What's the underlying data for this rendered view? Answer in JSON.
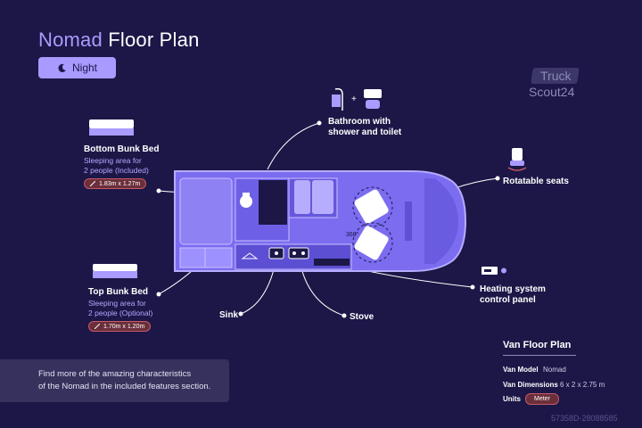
{
  "header": {
    "title_accent": "Nomad",
    "title_rest": "Floor Plan",
    "mode_label": "Night"
  },
  "logo": {
    "line1": "Truck",
    "line2": "Scout24"
  },
  "features": {
    "bottom_bunk": {
      "title": "Bottom Bunk Bed",
      "desc1": "Sleeping area for",
      "desc2": "2 people (Included)",
      "size": "1.83m x 1.27m"
    },
    "top_bunk": {
      "title": "Top Bunk Bed",
      "desc1": "Sleeping area for",
      "desc2": "2 people (Optional)",
      "size": "1.70m x 1.20m"
    },
    "bathroom": {
      "line1": "Bathroom with",
      "line2": "shower and toilet"
    },
    "seats": {
      "label": "Rotatable seats"
    },
    "heating": {
      "line1": "Heating system",
      "line2": "control panel"
    },
    "sink": {
      "label": "Sink"
    },
    "stove": {
      "label": "Stove"
    }
  },
  "floorplan": {
    "seat_rotation": "360°",
    "bathroom_plus": "+"
  },
  "info": {
    "line1": "Find more of the amazing characteristics",
    "line2": "of the Nomad in the included features section."
  },
  "specs": {
    "title": "Van Floor Plan",
    "model_label": "Van Model",
    "model_value": "Nomad",
    "dims_label": "Van Dimensions",
    "dims_value": "6 x 2 x 2.75 m",
    "units_label": "Units",
    "units_value": "Meter"
  },
  "watermark": "57358D-28088585",
  "colors": {
    "background": "#1c1747",
    "accent": "#a89aff",
    "van_body": "#7b6cf0",
    "pill": "#6b2f3b"
  }
}
